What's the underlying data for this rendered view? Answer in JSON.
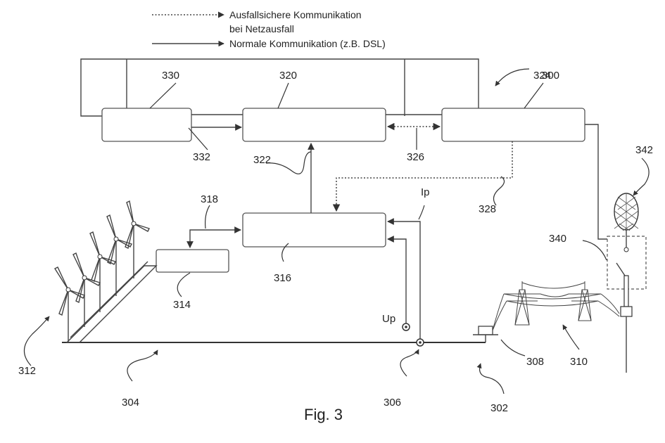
{
  "legend": {
    "dotted_line": "Ausfallsichere Kommunikation",
    "dotted_line_2": "bei Netzausfall",
    "solid_line": "Normale Kommunikation (z.B. DSL)"
  },
  "figure_caption": "Fig. 3",
  "reference_numerals": {
    "n300": "300",
    "n330": "330",
    "n320": "320",
    "n324": "324",
    "n332": "332",
    "n322": "322",
    "n326": "326",
    "n328": "328",
    "n342": "342",
    "n318": "318",
    "n340": "340",
    "n316": "316",
    "n314": "314",
    "n312": "312",
    "n304": "304",
    "n306": "306",
    "n302": "302",
    "n308": "308",
    "n310": "310"
  },
  "measurement_labels": {
    "current": "Ip",
    "voltage": "Up"
  },
  "icons": [
    "wind-turbine-icon",
    "transmission-tower-icon",
    "antenna-icon",
    "radio-mast-icon"
  ]
}
